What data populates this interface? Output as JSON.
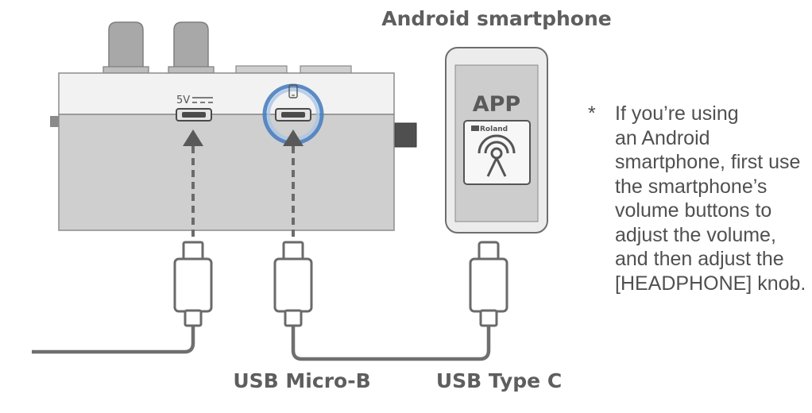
{
  "device": {
    "power_port_label": "5V",
    "power_port_name": "USB Micro-B",
    "phone_port_name": "USB Type C",
    "accent_color": "#4a7fc0"
  },
  "smartphone": {
    "title": "Android smartphone",
    "app_label": "APP",
    "brand": "Roland"
  },
  "note": {
    "marker": "*",
    "lines": [
      "If you’re using",
      "an Android",
      "smartphone, first use",
      "the smartphone’s",
      "volume buttons to",
      "adjust the volume,",
      "and then adjust the",
      "[HEADPHONE] knob."
    ]
  }
}
